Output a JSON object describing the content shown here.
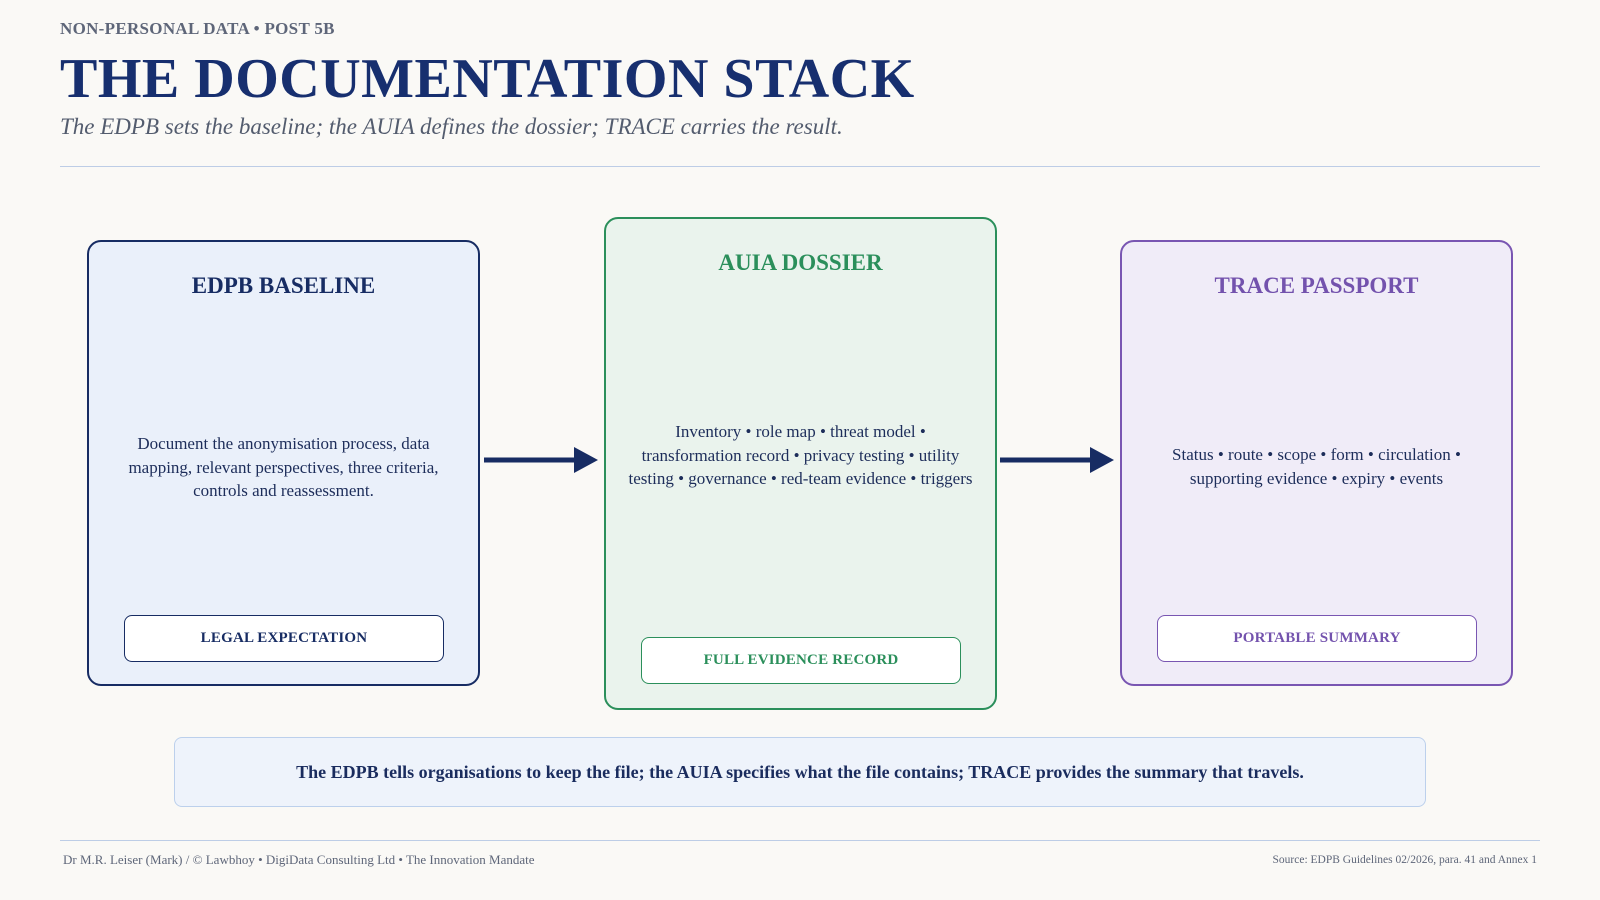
{
  "header": {
    "kicker": "NON-PERSONAL DATA • POST 5B",
    "title": "THE DOCUMENTATION STACK",
    "subtitle": "The EDPB sets the baseline; the AUIA defines the dossier; TRACE carries the result."
  },
  "cards": [
    {
      "title": "EDPB BASELINE",
      "body": "Document the anonymisation process, data mapping, relevant perspectives, three criteria, controls and reassessment.",
      "tag": "LEGAL EXPECTATION",
      "accent": "#172c63"
    },
    {
      "title": "AUIA DOSSIER",
      "body": "Inventory • role map • threat model • transformation record • privacy testing • utility testing • governance • red-team evidence • triggers",
      "tag": "FULL EVIDENCE RECORD",
      "accent": "#2b8f5b"
    },
    {
      "title": "TRACE PASSPORT",
      "body": "Status • route • scope • form • circulation • supporting evidence • expiry • events",
      "tag": "PORTABLE SUMMARY",
      "accent": "#7956b2"
    }
  ],
  "note": "The EDPB tells organisations to keep the file; the AUIA specifies what the file contains; TRACE provides the summary that travels.",
  "footer": {
    "left": "Dr M.R. Leiser (Mark) / © Lawbhoy • DigiData Consulting Ltd • The Innovation Mandate",
    "right": "Source: EDPB Guidelines 02/2026, para. 41 and Annex 1"
  },
  "icons": {
    "arrow": "right-arrow-icon"
  }
}
